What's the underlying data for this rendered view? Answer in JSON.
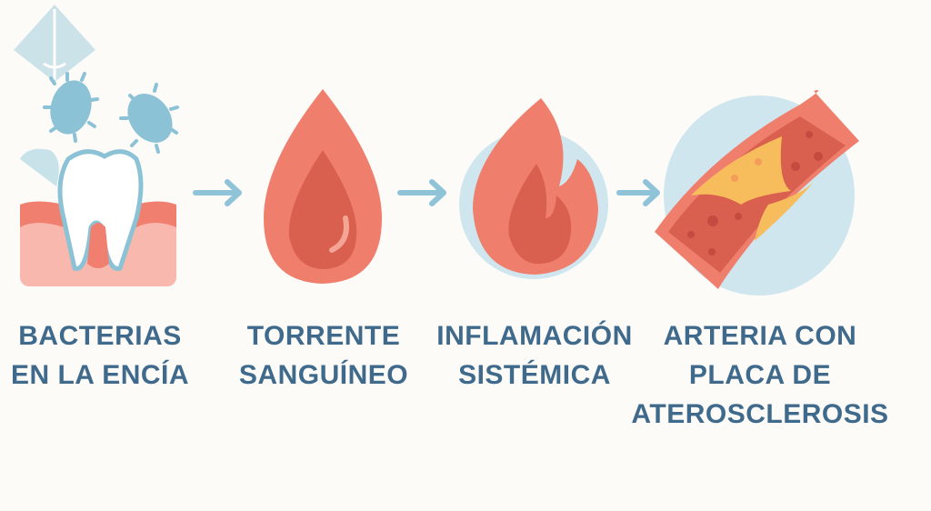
{
  "steps": [
    {
      "icon": "tooth-bacteria-icon",
      "lines": [
        "BACTERIAS",
        "EN LA ENCÍA"
      ]
    },
    {
      "icon": "blood-drop-icon",
      "lines": [
        "TORRENTE",
        "SANGUÍNEO"
      ]
    },
    {
      "icon": "flame-icon",
      "lines": [
        "INFLAMACIÓN",
        "SISTÉMICA"
      ]
    },
    {
      "icon": "artery-plaque-icon",
      "lines": [
        "ARTERIA CON",
        "PLACA DE",
        "ATEROSCLEROSIS"
      ]
    }
  ],
  "colors": {
    "text": "#3f6a8c",
    "arrow": "#8fc3d8",
    "red": "#ef7f6c",
    "darkred": "#d9604f",
    "plaque": "#f7bd5c",
    "circle": "#cfe6ee"
  }
}
